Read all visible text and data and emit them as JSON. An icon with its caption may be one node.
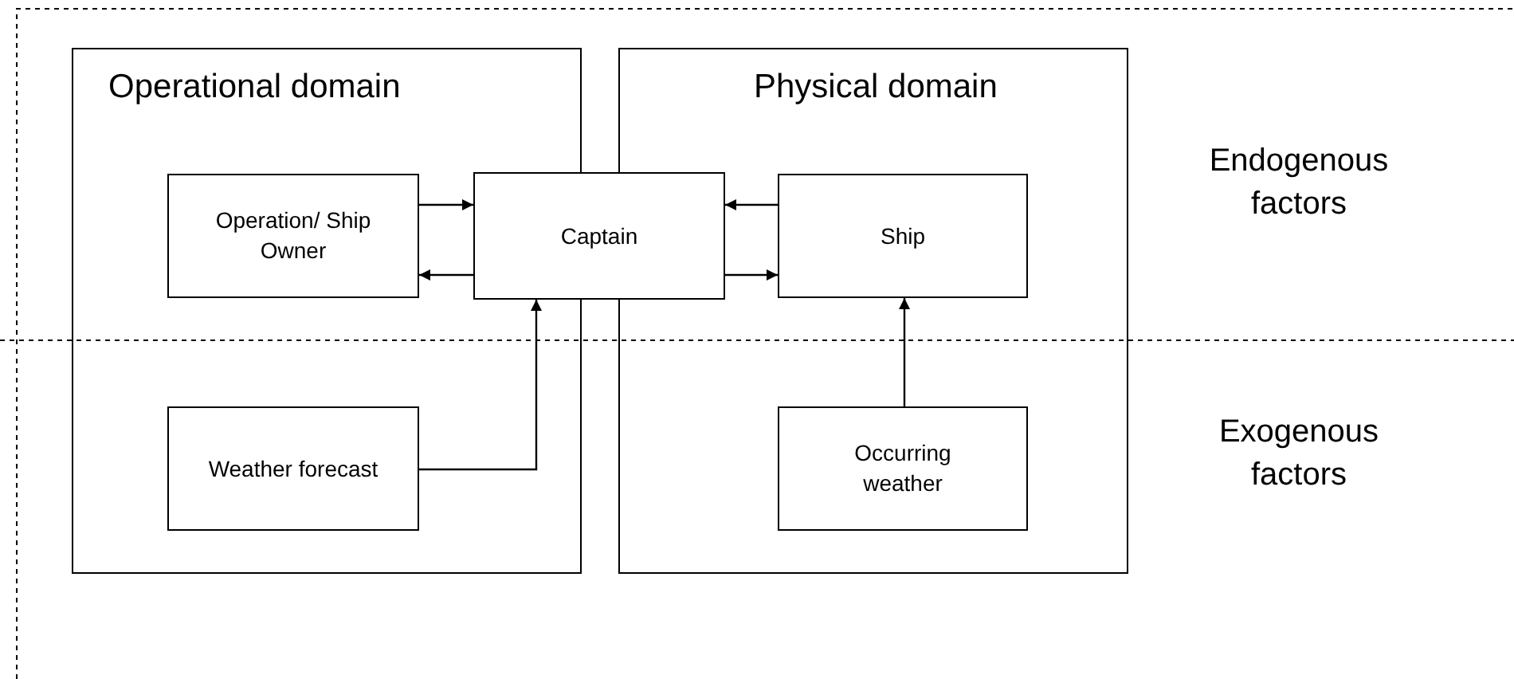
{
  "diagram": {
    "nodes": [
      {
        "text": [
          "Operational domain"
        ]
      },
      {
        "text": [
          "Physical domain"
        ]
      },
      {
        "text": [
          "Operation/ Ship Owner"
        ],
        "in": 0
      },
      {
        "text": [
          "Captain"
        ]
      },
      {
        "text": [
          "Ship"
        ],
        "in": 1
      },
      {
        "text": [
          "Weather forecast"
        ],
        "in": 0
      },
      {
        "text": [
          "Occurring weather"
        ],
        "in": 1
      }
    ],
    "edges": [
      {
        "from": 2,
        "to": 3,
        "arrow": "to"
      },
      {
        "from": 3,
        "to": 2,
        "arrow": "to"
      },
      {
        "from": 4,
        "to": 3,
        "arrow": "to"
      },
      {
        "from": 3,
        "to": 4,
        "arrow": "to"
      },
      {
        "from": 5,
        "to": 3,
        "arrow": "to"
      },
      {
        "from": 6,
        "to": 4,
        "arrow": "to"
      }
    ],
    "labels": [
      "Endogenous factors",
      "Exogenous factors"
    ]
  }
}
